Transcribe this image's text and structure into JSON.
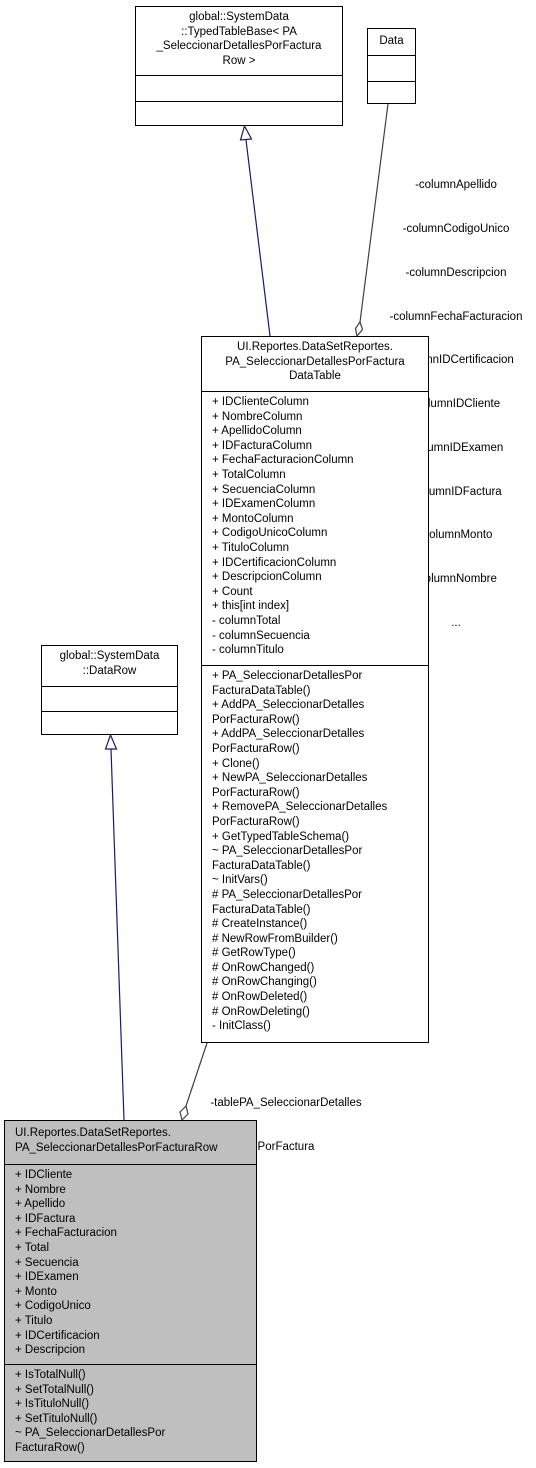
{
  "classes": {
    "typed_table_base": {
      "name_lines": [
        "global::SystemData",
        "::TypedTableBase< PA",
        "_SeleccionarDetallesPorFactura",
        "Row >"
      ]
    },
    "data": {
      "name_lines": [
        "Data"
      ]
    },
    "data_table": {
      "name_lines": [
        "UI.Reportes.DataSetReportes.",
        "PA_SeleccionarDetallesPorFactura",
        "DataTable"
      ],
      "attributes": [
        "+ IDClienteColumn",
        "+ NombreColumn",
        "+ ApellidoColumn",
        "+ IDFacturaColumn",
        "+ FechaFacturacionColumn",
        "+ TotalColumn",
        "+ SecuenciaColumn",
        "+ IDExamenColumn",
        "+ MontoColumn",
        "+ CodigoUnicoColumn",
        "+ TituloColumn",
        "+ IDCertificacionColumn",
        "+ DescripcionColumn",
        "+ Count",
        "+ this[int index]",
        "- columnTotal",
        "- columnSecuencia",
        "- columnTitulo"
      ],
      "operations": [
        "+ PA_SeleccionarDetallesPor",
        "FacturaDataTable()",
        "+ AddPA_SeleccionarDetalles",
        "PorFacturaRow()",
        "+ AddPA_SeleccionarDetalles",
        "PorFacturaRow()",
        "+ Clone()",
        "+ NewPA_SeleccionarDetalles",
        "PorFacturaRow()",
        "+ RemovePA_SeleccionarDetalles",
        "PorFacturaRow()",
        "+ GetTypedTableSchema()",
        "~ PA_SeleccionarDetallesPor",
        "FacturaDataTable()",
        "~ InitVars()",
        "# PA_SeleccionarDetallesPor",
        "FacturaDataTable()",
        "# CreateInstance()",
        "# NewRowFromBuilder()",
        "# GetRowType()",
        "# OnRowChanged()",
        "# OnRowChanging()",
        "# OnRowDeleted()",
        "# OnRowDeleting()",
        "- InitClass()"
      ]
    },
    "data_row": {
      "name_lines": [
        "global::SystemData",
        "::DataRow"
      ]
    },
    "row": {
      "name_lines": [
        "UI.Reportes.DataSetReportes.",
        "PA_SeleccionarDetallesPorFacturaRow"
      ],
      "attributes": [
        "+ IDCliente",
        "+ Nombre",
        "+ Apellido",
        "+ IDFactura",
        "+ FechaFacturacion",
        "+ Total",
        "+ Secuencia",
        "+ IDExamen",
        "+ Monto",
        "+ CodigoUnico",
        "+ Titulo",
        "+ IDCertificacion",
        "+ Descripcion"
      ],
      "operations": [
        "+ IsTotalNull()",
        "+ SetTotalNull()",
        "+ IsTituloNull()",
        "+ SetTituloNull()",
        "~ PA_SeleccionarDetallesPor",
        "FacturaRow()"
      ]
    }
  },
  "edge_labels": {
    "data_to_table": [
      "-columnApellido",
      "-columnCodigoUnico",
      "-columnDescripcion",
      "-columnFechaFacturacion",
      "-columnIDCertificacion",
      "-columnIDCliente",
      "-columnIDExamen",
      "-columnIDFactura",
      "-columnMonto",
      "-columnNombre",
      "..."
    ],
    "table_to_row": [
      "-tablePA_SeleccionarDetalles",
      "PorFactura"
    ]
  },
  "colors": {
    "generalization": "#191970",
    "association": "#404040",
    "focus_fill": "#bfbfbf"
  }
}
